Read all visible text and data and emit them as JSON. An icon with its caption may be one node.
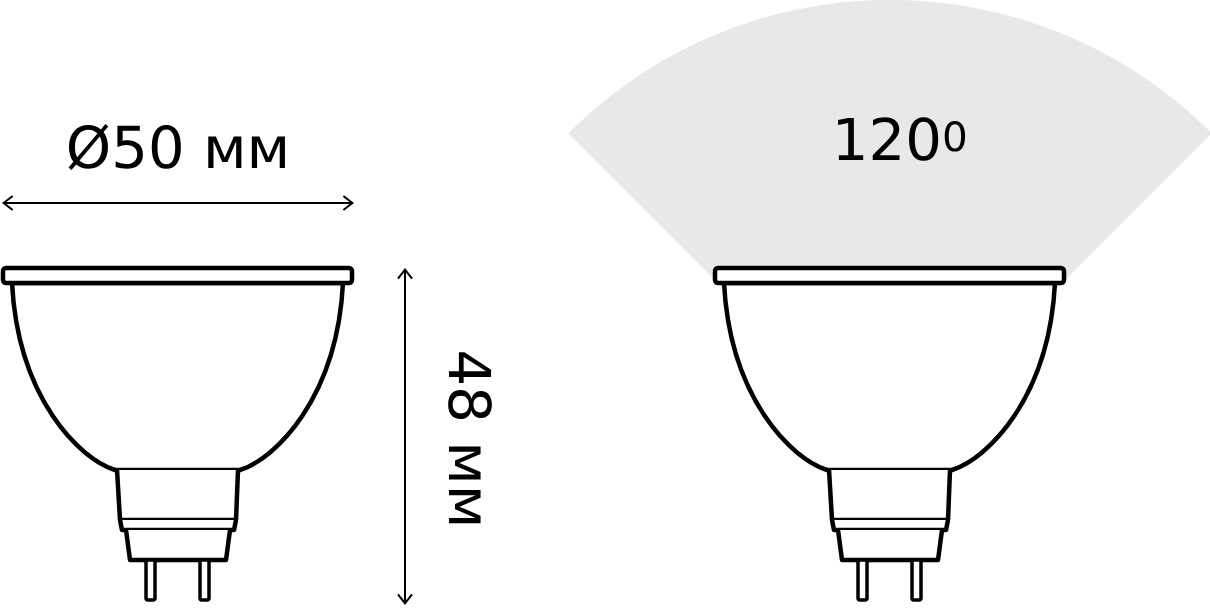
{
  "diagram": {
    "labels": [
      "Ø50 мм",
      "48 мм",
      "120$^{0}$"
    ]
  }
}
